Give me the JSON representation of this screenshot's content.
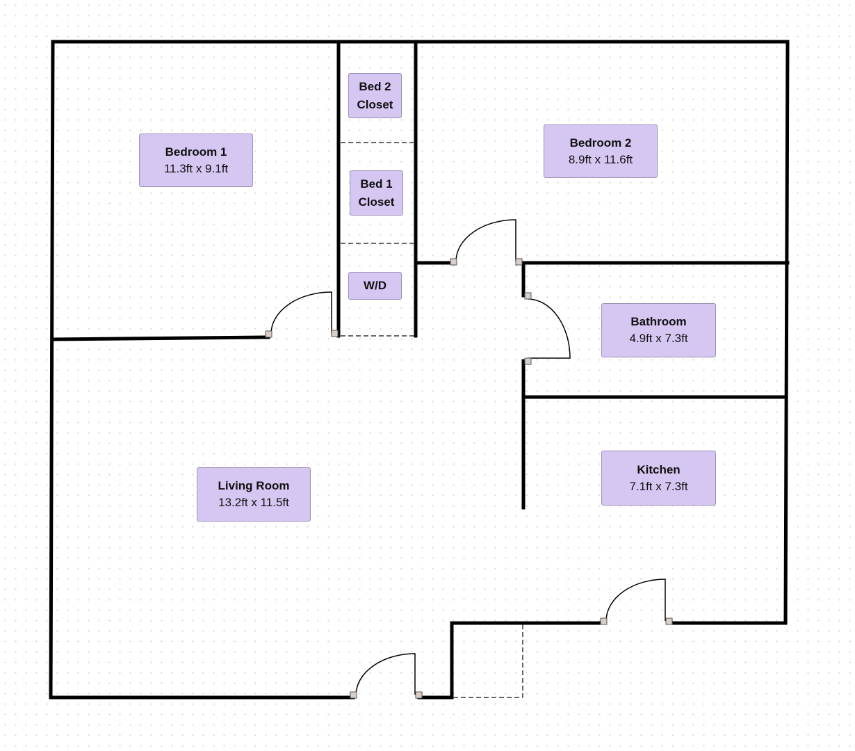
{
  "rooms": {
    "bedroom1": {
      "name": "Bedroom 1",
      "size": "11.3ft x 9.1ft"
    },
    "bedroom2": {
      "name": "Bedroom 2",
      "size": "8.9ft x 11.6ft"
    },
    "bed2_closet": {
      "name_line1": "Bed 2",
      "name_line2": "Closet"
    },
    "bed1_closet": {
      "name_line1": "Bed 1",
      "name_line2": "Closet"
    },
    "wd": {
      "name": "W/D"
    },
    "bathroom": {
      "name": "Bathroom",
      "size": "4.9ft x 7.3ft"
    },
    "kitchen": {
      "name": "Kitchen",
      "size": "7.1ft x 7.3ft"
    },
    "living": {
      "name": "Living Room",
      "size": "13.2ft x 11.5ft"
    }
  },
  "colors": {
    "label_fill": "#d5c6f2",
    "wall": "#000000",
    "hinge": "#d9cfc9"
  }
}
